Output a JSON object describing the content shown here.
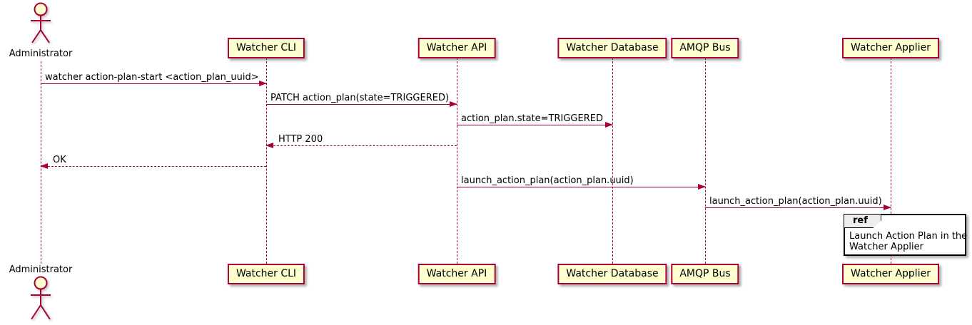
{
  "diagram_type": "plantuml-sequence",
  "actor": {
    "label": "Administrator"
  },
  "participants": [
    {
      "label": "Watcher CLI"
    },
    {
      "label": "Watcher API"
    },
    {
      "label": "Watcher Database"
    },
    {
      "label": "AMQP Bus"
    },
    {
      "label": "Watcher Applier"
    }
  ],
  "messages": [
    {
      "from": "Administrator",
      "to": "Watcher CLI",
      "text": "watcher action-plan-start <action_plan_uuid>",
      "line": "solid",
      "direction": "right"
    },
    {
      "from": "Watcher CLI",
      "to": "Watcher API",
      "text": "PATCH action_plan(state=TRIGGERED)",
      "line": "solid",
      "direction": "right"
    },
    {
      "from": "Watcher API",
      "to": "Watcher Database",
      "text": "action_plan.state=TRIGGERED",
      "line": "solid",
      "direction": "right"
    },
    {
      "from": "Watcher API",
      "to": "Watcher CLI",
      "text": "HTTP 200",
      "line": "dashed",
      "direction": "left"
    },
    {
      "from": "Watcher CLI",
      "to": "Administrator",
      "text": "OK",
      "line": "dashed",
      "direction": "left"
    },
    {
      "from": "Watcher API",
      "to": "AMQP Bus",
      "text": "launch_action_plan(action_plan.uuid)",
      "line": "solid",
      "direction": "right"
    },
    {
      "from": "AMQP Bus",
      "to": "Watcher Applier",
      "text": "launch_action_plan(action_plan.uuid)",
      "line": "solid",
      "direction": "right"
    }
  ],
  "ref_fragment": {
    "tag": "ref",
    "lines": [
      "Launch Action Plan in the",
      "Watcher Applier"
    ]
  },
  "colors": {
    "background": "#FFFFFF",
    "participant_fill": "#FEFECE",
    "participant_border": "#A80036",
    "arrow": "#A80036",
    "lifeline": "#A80036",
    "ref_border": "#000000",
    "ref_tag_fill": "#EEEEEE",
    "text": "#000000"
  }
}
